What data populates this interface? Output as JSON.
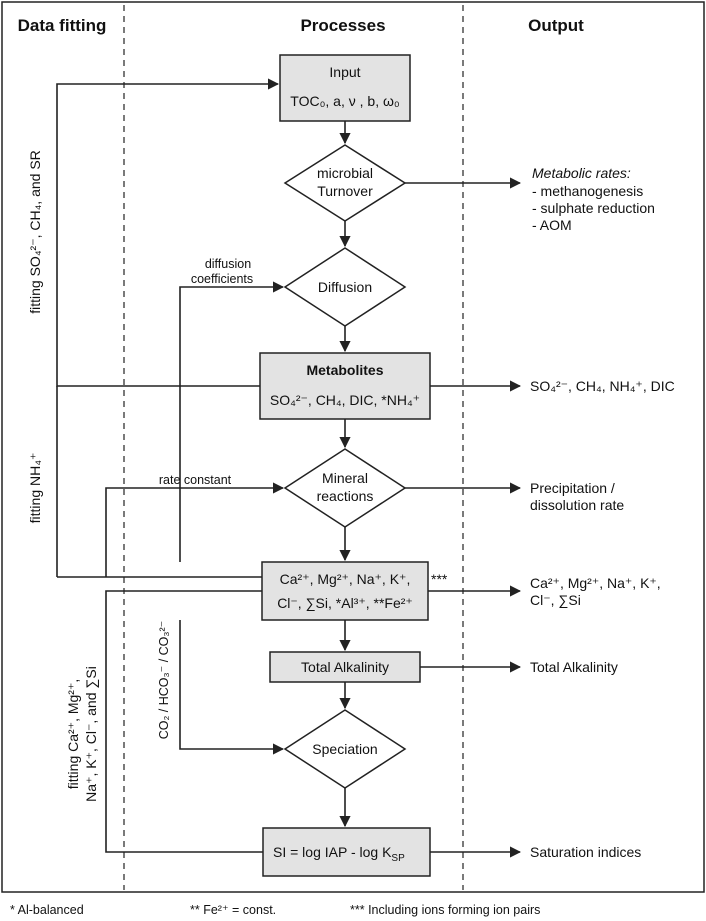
{
  "headers": {
    "data_fitting": "Data fitting",
    "processes": "Processes",
    "output": "Output"
  },
  "input_box": {
    "title": "Input",
    "params": "TOC₀, a, ν , b, ω₀"
  },
  "microbial": {
    "line1": "microbial",
    "line2": "Turnover"
  },
  "diffusion": "Diffusion",
  "diffusion_coefficients": {
    "line1": "diffusion",
    "line2": "coefficients"
  },
  "metabolites": {
    "title": "Metabolites",
    "species": "SO₄²⁻, CH₄, DIC, *NH₄⁺"
  },
  "mineral": {
    "line1": "Mineral",
    "line2": "reactions"
  },
  "rate_constant": "rate constant",
  "ions_box": {
    "line1": "Ca²⁺, Mg²⁺, Na⁺, K⁺,",
    "line2": "Cl⁻, ∑Si, *Al³⁺, **Fe²⁺",
    "marker": "***"
  },
  "total_alkalinity": "Total Alkalinity",
  "carbonate_label": "CO₂ / HCO₃⁻ / CO₃²⁻",
  "speciation": "Speciation",
  "si_box": "SI = log IAP - log K",
  "si_box_sub": "SP",
  "fitting_labels": {
    "so4": "fitting SO₄²⁻, CH₄, and SR",
    "nh4": "fitting NH₄⁺",
    "ca_line1": "fitting Ca²⁺, Mg²⁺,",
    "ca_line2": "Na⁺, K⁺, Cl⁻, and ∑Si"
  },
  "outputs": {
    "metabolic_title": "Metabolic rates:",
    "metabolic_items": [
      "- methanogenesis",
      "- sulphate reduction",
      "- AOM"
    ],
    "metabolites_out": "SO₄²⁻, CH₄, NH₄⁺, DIC",
    "precip_line1": "Precipitation /",
    "precip_line2": "dissolution rate",
    "ions_out_line1": "Ca²⁺, Mg²⁺, Na⁺, K⁺,",
    "ions_out_line2": "Cl⁻, ∑Si",
    "total_alkalinity_out": "Total Alkalinity",
    "saturation": "Saturation indices"
  },
  "footnotes": {
    "al": "* Al-balanced",
    "fe": "** Fe²⁺ = const.",
    "pairs": "*** Including ions forming ion pairs"
  }
}
